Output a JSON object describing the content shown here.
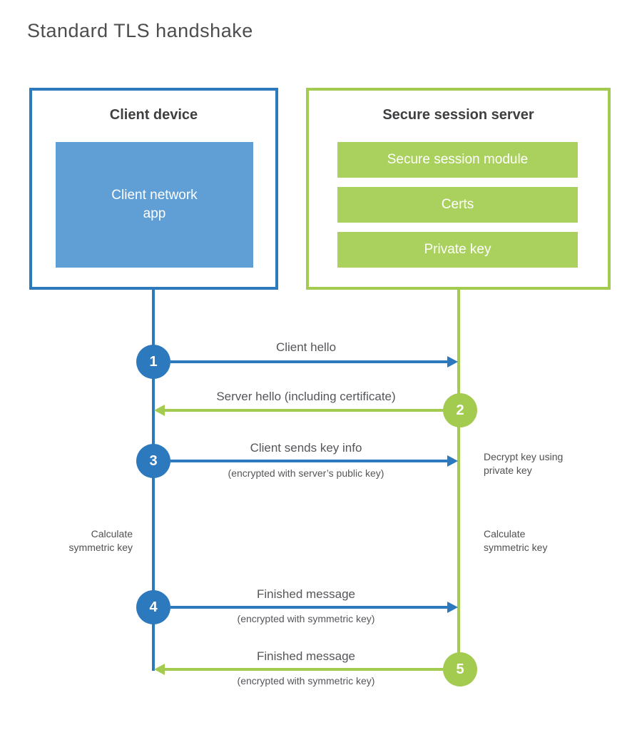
{
  "title": "Standard TLS handshake",
  "colors": {
    "blue_line": "#2d79be",
    "blue_fill": "#5f9fd6",
    "green_line": "#a3cb50",
    "green_fill": "#aad05e",
    "heading_text": "#3e3f41",
    "label_text": "#55565a"
  },
  "actors": {
    "client": {
      "title": "Client device",
      "component": "Client network app"
    },
    "server": {
      "title": "Secure session server",
      "components": [
        "Secure session module",
        "Certs",
        "Private key"
      ]
    }
  },
  "steps": [
    {
      "number": "1",
      "label": "Client hello",
      "direction": "right",
      "color": "blue"
    },
    {
      "number": "2",
      "label": "Server hello (including certificate)",
      "direction": "left",
      "color": "green"
    },
    {
      "number": "3",
      "label": "Client sends key info",
      "sublabel": "(encrypted with server’s public key)",
      "direction": "right",
      "color": "blue"
    },
    {
      "number": "4",
      "label": "Finished message",
      "sublabel": "(encrypted with symmetric key)",
      "direction": "right",
      "color": "blue"
    },
    {
      "number": "5",
      "label": "Finished message",
      "sublabel": "(encrypted with symmetric key)",
      "direction": "left",
      "color": "green"
    }
  ],
  "notes": [
    {
      "text": "Decrypt key using\nprivate key",
      "side": "right"
    },
    {
      "text": "Calculate\nsymmetric key",
      "side": "left"
    },
    {
      "text": "Calculate\nsymmetric key",
      "side": "right"
    }
  ]
}
